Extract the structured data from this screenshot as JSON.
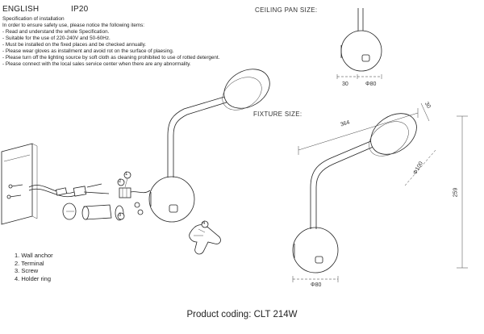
{
  "header": {
    "language": "ENGLISH",
    "ip_rating": "IP20"
  },
  "specification": {
    "title": "Specification of installation",
    "lines": [
      "In order to ensure safety use, please notice the following items:",
      "- Read and understand the whole Specification.",
      "- Suitable for the use of 220-240V and 50-60Hz.",
      "- Must be installed on the fixed places and be checked annually.",
      "- Please wear gloves as installment and avoid rot on the surface of plaesing.",
      "- Please turn off the lighting source by soft cloth as cleaning prohibited to use of rotted detergent.",
      "- Please connect with the local sales service center when there are any abnormality."
    ]
  },
  "labels": {
    "ceiling_pan_size": "CEILING PAN  SIZE:",
    "fixture_size": "FIXTURE SIZE:"
  },
  "dimensions": {
    "pan_depth": "30",
    "pan_diameter": "Φ80",
    "arm_length": "364",
    "head_depth": "30",
    "head_diameter": "Φ100",
    "height": "259",
    "base_diameter": "Φ80"
  },
  "parts": [
    "1. Wall anchor",
    "2. Terminal",
    "3. Screw",
    "4. Holder ring"
  ],
  "callouts": [
    "1",
    "2",
    "3",
    "4"
  ],
  "footer": {
    "product_coding": "Product coding: CLT 214W"
  }
}
